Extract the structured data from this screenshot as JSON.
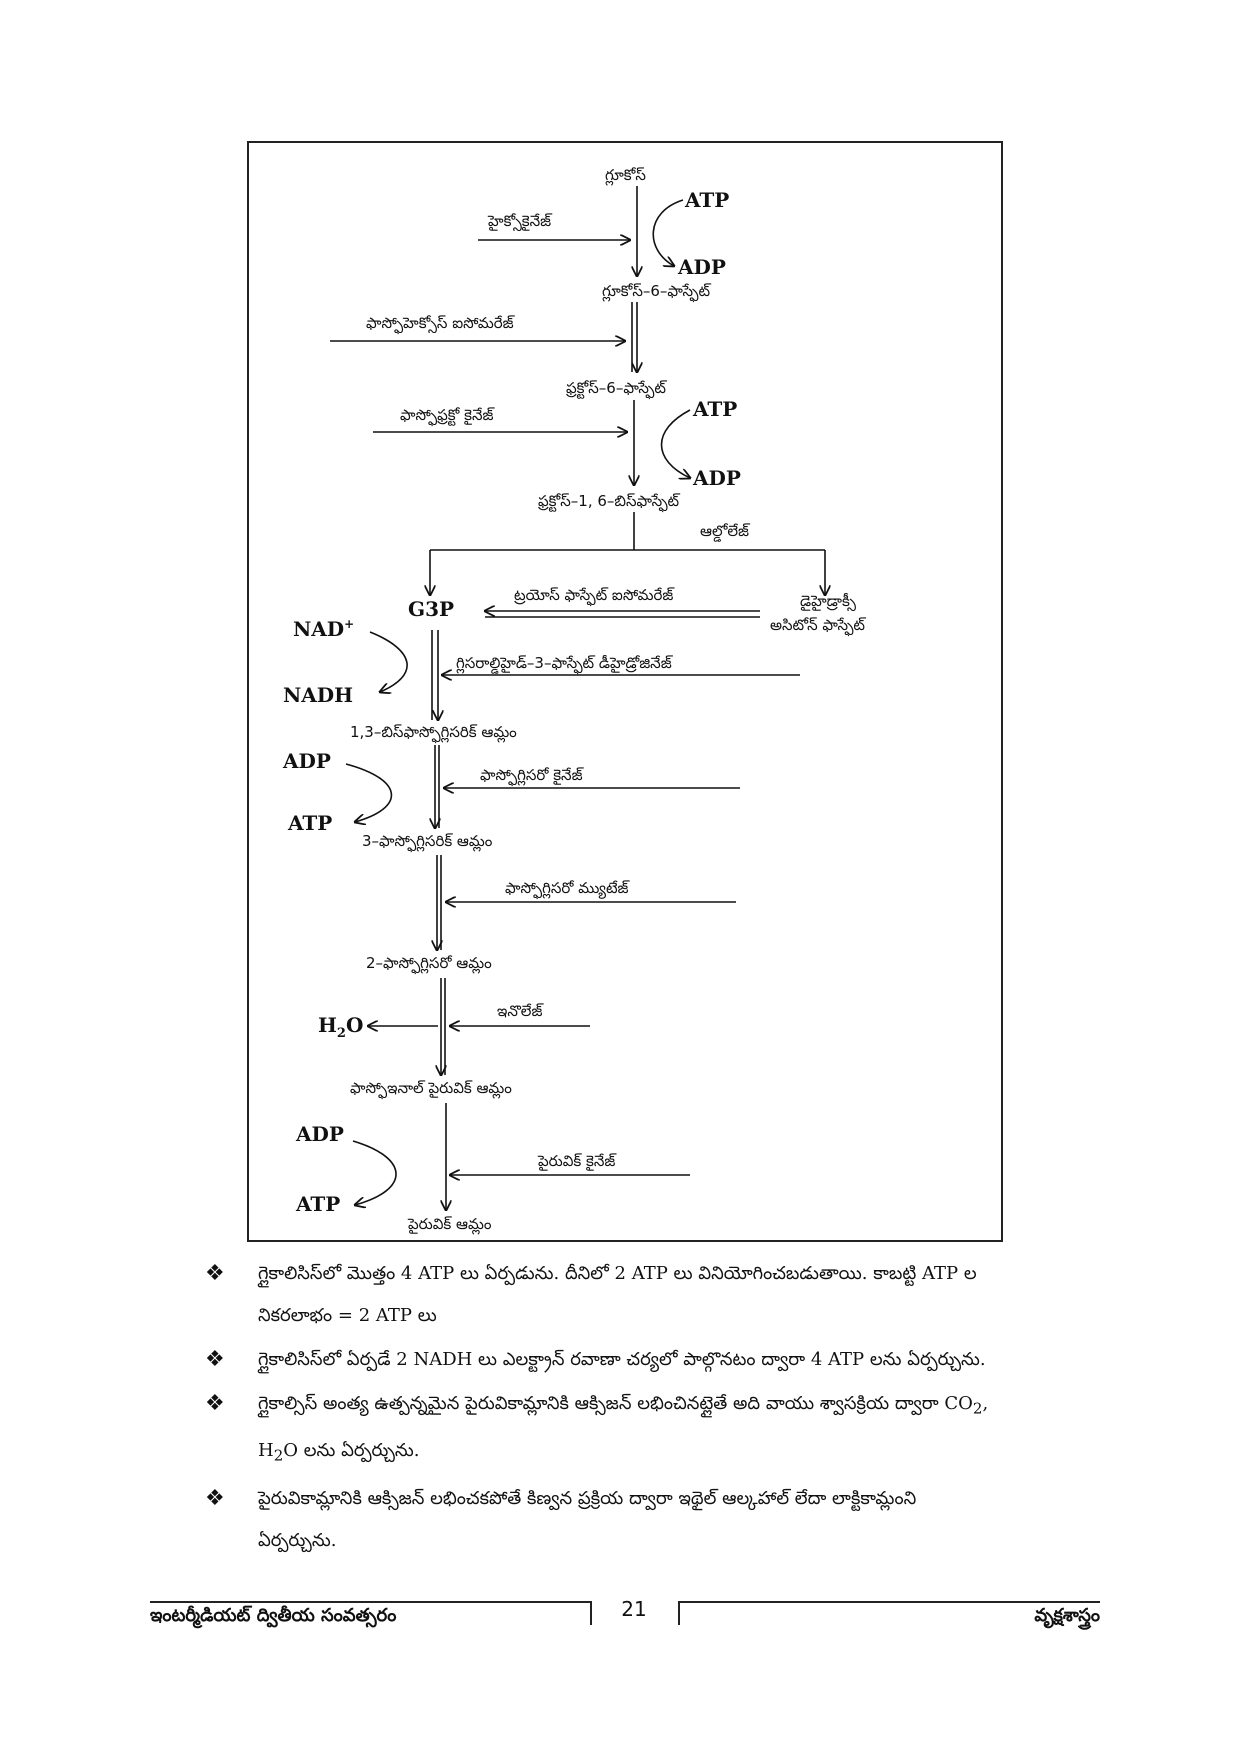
{
  "diagram": {
    "steps": {
      "glucose": "గ్లూకోస్",
      "g6p": "గ్లూకోస్–6–ఫాస్ఫేట్",
      "f6p": "ఫ్రక్టోస్–6–ఫాస్ఫేట్",
      "f16bp": "ఫ్రక్టోస్–1, 6–బిస్‌ఫాస్ఫేట్",
      "g3p": "G3P",
      "dhap_line1": "డైహైడ్రాక్సీ",
      "dhap_line2": "అసిటోన్ ఫాస్ఫేట్",
      "bpg13": "1,3–బిస్‌ఫాస్ఫోగ్లిసరిక్ ఆమ్లం",
      "pg3": "3–ఫాస్ఫోగ్లిసరిక్ ఆమ్లం",
      "pg2": "2–ఫాస్ఫోగ్లిసరో ఆమ్లం",
      "pep": "ఫాస్ఫోఇనాల్ పైరువిక్ ఆమ్లం",
      "pyruvate": "పైరువిక్ ఆమ్లం"
    },
    "enzymes": {
      "hexokinase": "హైక్సోకైనేజ్",
      "isomerase": "ఫాస్ఫోహెక్సోస్ ఐసోమరేజ్",
      "pfk": "ఫాస్ఫోఫ్రక్టో కైనేజ్",
      "aldolase": "ఆల్డోలేజ్",
      "tpi": "ట్రయోస్ ఫాస్ఫేట్ ఐసోమరేజ్",
      "g3pdh": "గ్లిసరాల్డిహైడ్–3–ఫాస్ఫేట్ డీహైడ్రోజినేజ్",
      "pgk": "ఫాస్ఫోగ్లిసరో కైనేజ్",
      "pgm": "ఫాస్ఫోగ్లిసరో మ్యుటేజ్",
      "enolase": "ఇనొలేజ్",
      "pk": "పైరువిక్ కైనేజ్"
    },
    "cofactors": {
      "atp": "ATP",
      "adp": "ADP",
      "nad": "NAD",
      "nad_sup": "+",
      "nadh": "NADH",
      "h2o_h": "H",
      "h2o_2": "2",
      "h2o_o": "O"
    }
  },
  "bullets": [
    {
      "mark": "❖",
      "line1": "గ్లైకాలిసిస్‌లో మొత్తం 4 ATP లు ఏర్పడును. దీనిలో 2 ATP లు వినియోగించబడుతాయి. కాబట్టి ATP ల",
      "line2": "నికరలాభం = 2 ATP లు"
    },
    {
      "mark": "❖",
      "line1": "గ్లైకాలిసిస్‌లో ఏర్పడే 2 NADH లు ఎలక్ట్రాన్ రవాణా చర్యలో పాల్గొనటం ద్వారా 4 ATP లను ఏర్పర్చును."
    },
    {
      "mark": "❖",
      "line1_pre": "గ్లైకాల్సిస్ అంత్య ఉత్పన్నమైన పైరువికామ్లానికి ఆక్సిజన్ లభించినట్లైతే అది వాయు శ్వాసక్రియ ద్వారా CO",
      "line1_sub": "2",
      "line1_post": ",",
      "line2_pre": "H",
      "line2_sub": "2",
      "line2_post": "O లను ఏర్పర్చును."
    },
    {
      "mark": "❖",
      "line1": "పైరువికామ్లానికి ఆక్సిజన్ లభించకపోతే కిణ్వన ప్రక్రియ ద్వారా ఇథైల్ ఆల్కహాల్ లేదా లాక్టికామ్లంని",
      "line2": "ఏర్పర్చును."
    }
  ],
  "footer": {
    "left": "ఇంటర్మీడియట్ ద్వితీయ సంవత్సరం",
    "page": "21",
    "right": "వృక్షశాస్త్రం"
  }
}
